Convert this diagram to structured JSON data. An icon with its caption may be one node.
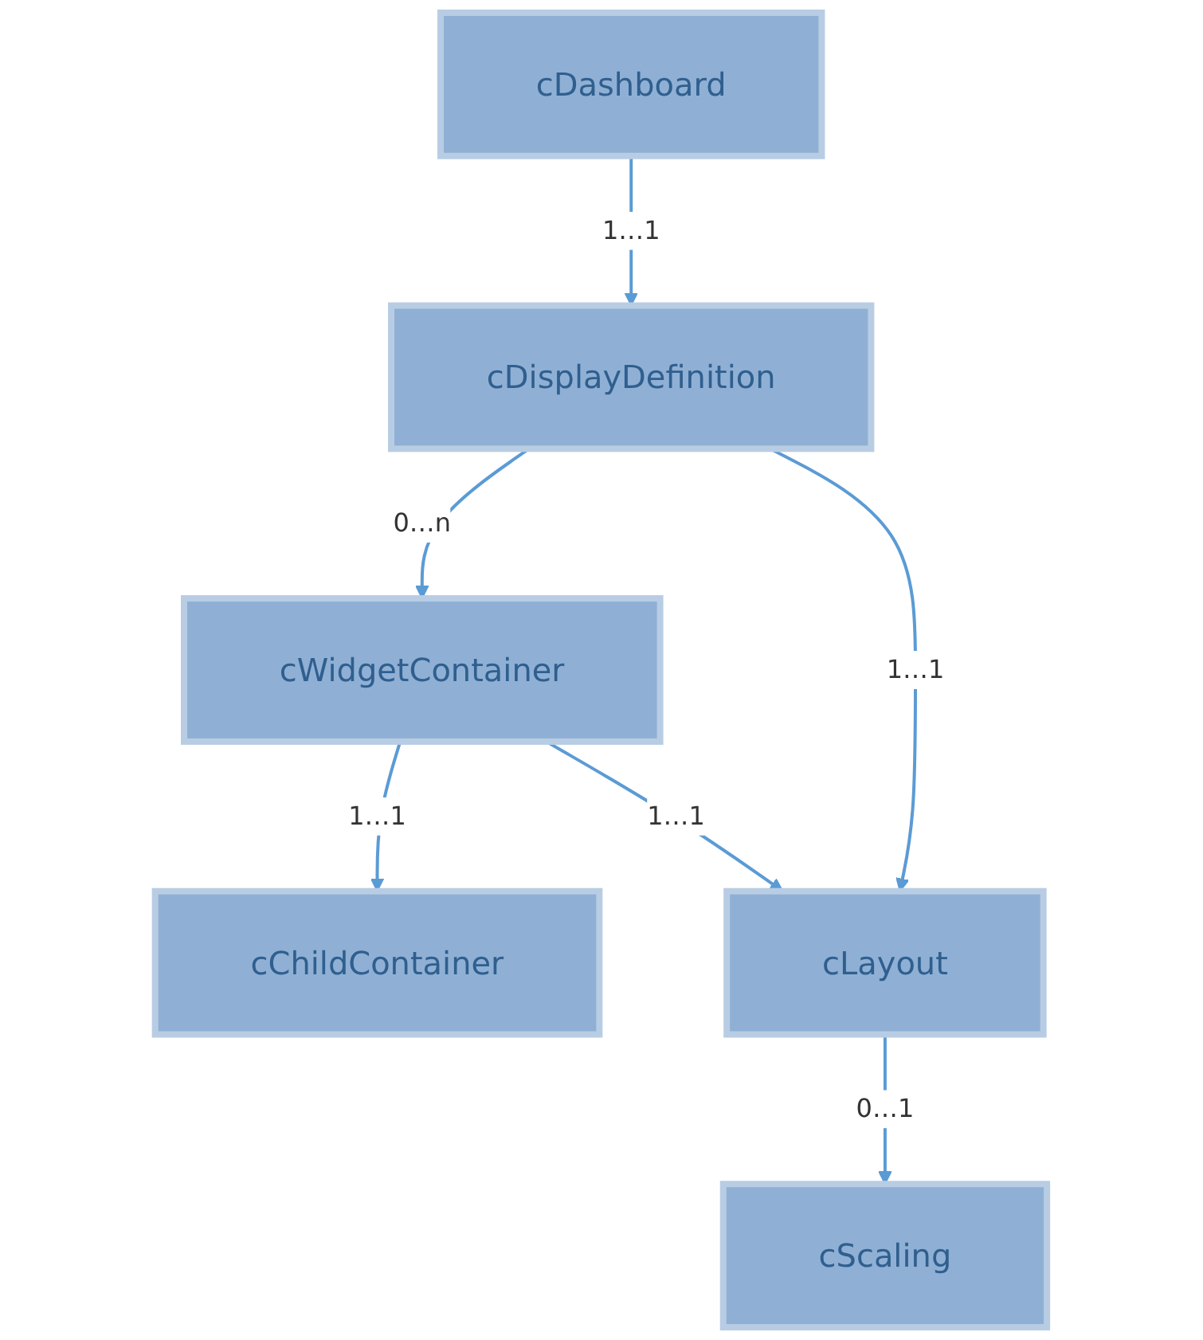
{
  "diagram": {
    "nodes": [
      {
        "text": [
          "cDashboard"
        ]
      },
      {
        "text": [
          "cChildContainer"
        ]
      },
      {
        "text": [
          "cDisplayDefinition"
        ]
      },
      {
        "text": [
          "cWidgetContainer"
        ]
      },
      {
        "text": [
          "cLayout"
        ]
      },
      {
        "text": [
          "cScaling"
        ]
      }
    ],
    "edges": [
      {
        "from": 0,
        "to": 2,
        "arrow": "to",
        "label": "1…1"
      },
      {
        "from": 3,
        "to": 1,
        "arrow": "to",
        "label": "1…1"
      },
      {
        "from": 2,
        "to": 3,
        "arrow": "to",
        "label": "0…n"
      },
      {
        "from": 2,
        "to": 4,
        "arrow": "to",
        "label": "1…1"
      },
      {
        "from": 3,
        "to": 4,
        "arrow": "to",
        "label": "1…1"
      },
      {
        "from": 4,
        "to": 5,
        "arrow": "to",
        "label": "0…1"
      }
    ]
  }
}
